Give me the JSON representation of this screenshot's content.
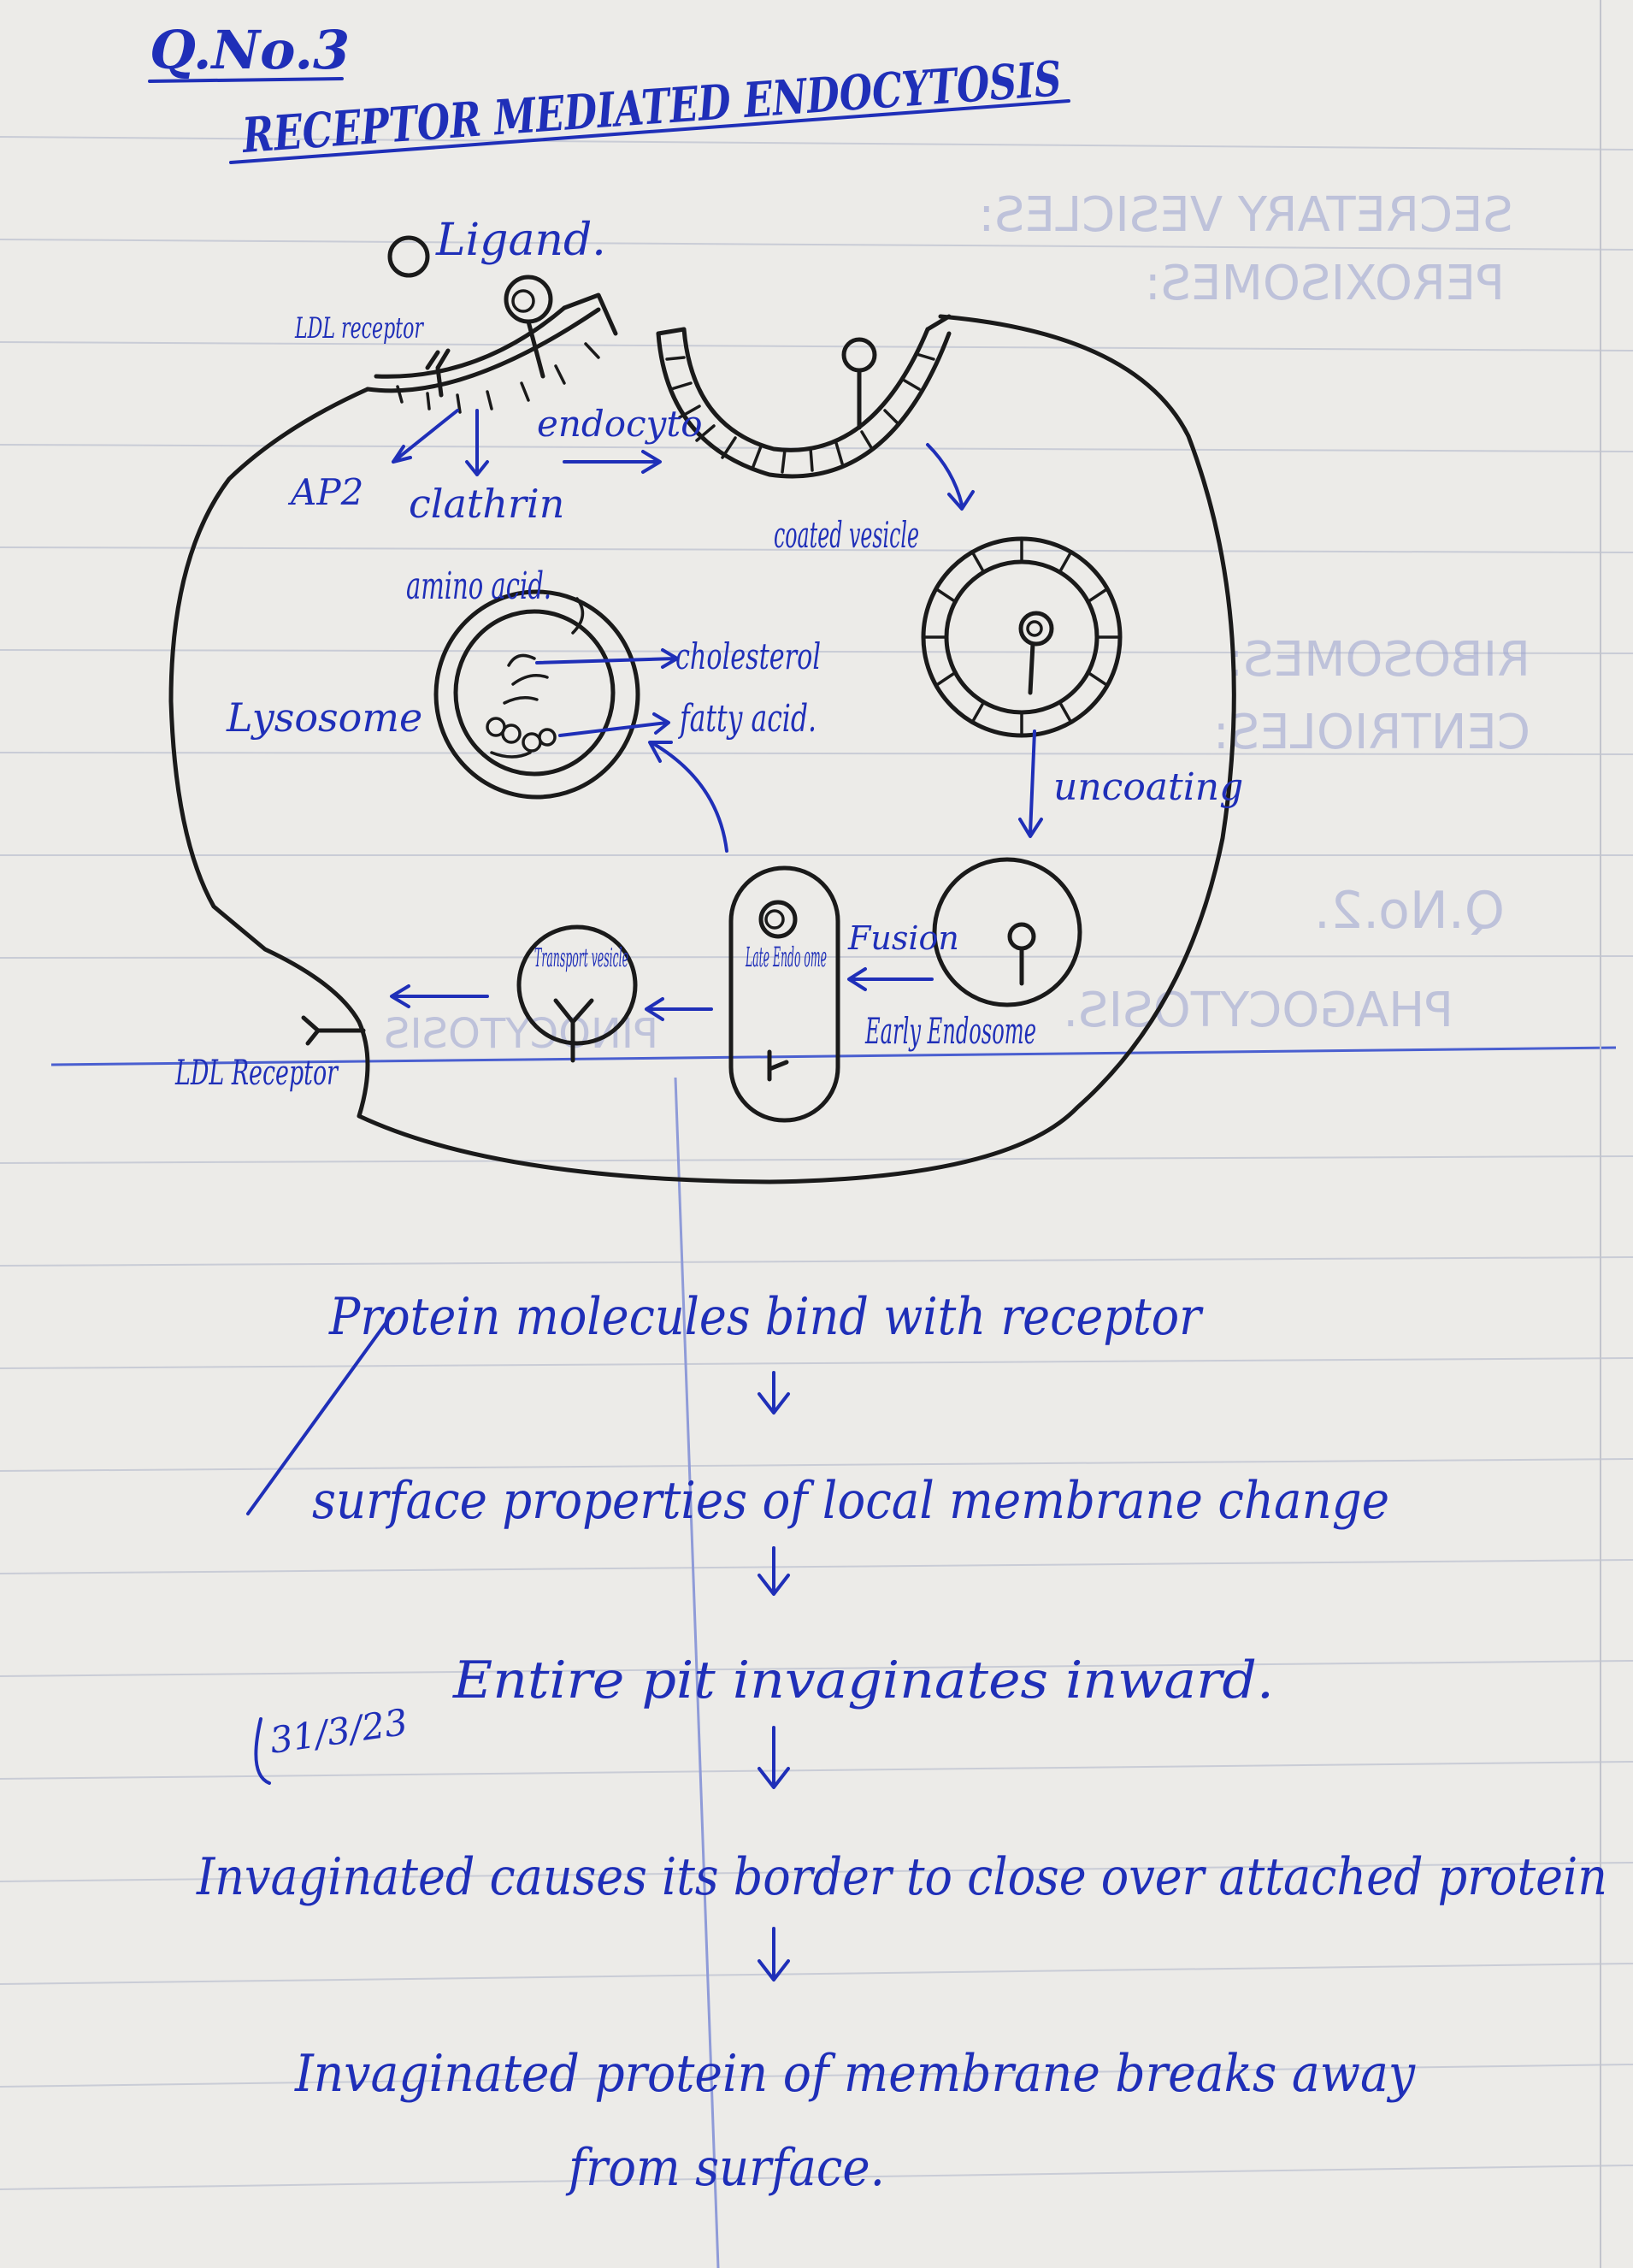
{
  "header": {
    "question_no": "Q.No.3",
    "title": "RECEPTOR MEDIATED ENDOCYTOSIS"
  },
  "diagram": {
    "labels": {
      "ligand": "Ligand.",
      "ldl_receptor_top": "LDL receptor",
      "ap2": "AP2",
      "clathrin": "clathrin",
      "endocytosis": "endocyto",
      "coated_vesicle": "coated vesicle",
      "amino_acid": "amino acid.",
      "cholesterol": "cholesterol",
      "fatty_acid": "fatty acid.",
      "lysosome": "Lysosome",
      "uncoating": "uncoating",
      "fusion": "Fusion",
      "late_endosome": "Late Endo ome",
      "early_endosome": "Early Endosome",
      "transport_vesicle": "Transport vesicle",
      "ldl_receptor_bottom": "LDL Receptor"
    },
    "colors": {
      "ink": "#1a1a1a",
      "pen": "#1f2fb8",
      "paper": "#ecebe8"
    }
  },
  "flow": {
    "steps": [
      "Protein molecules bind with receptor",
      "surface properties of local membrane change",
      "Entire pit invaginates inward.",
      "Invaginated causes its border to close over attached protein",
      "Invaginated protein of membrane breaks away",
      "from surface."
    ],
    "date": "31/3/23"
  },
  "bleed_through": {
    "lines": [
      "SECRETARY VESICLES:",
      "PEROXISOMES:",
      "RIBOSOMES:",
      "CENTRIOLES:",
      "Q.No.2.",
      "PHAGOCYTOSIS.",
      "PINOCYTOSIS"
    ]
  }
}
